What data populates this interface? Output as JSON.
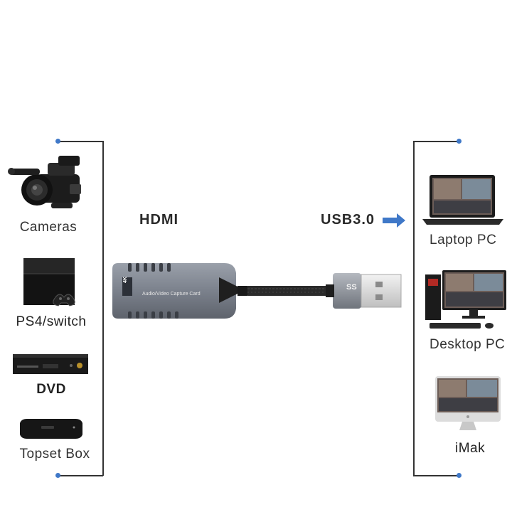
{
  "sources": {
    "items": [
      {
        "label": "Cameras",
        "icon": "camcorder-icon"
      },
      {
        "label": "PS4/switch",
        "icon": "game-console-icon"
      },
      {
        "label": "DVD",
        "icon": "dvd-player-icon"
      },
      {
        "label": "Topset Box",
        "icon": "set-top-box-icon"
      }
    ]
  },
  "device": {
    "input_port": "HDMI",
    "output_port": "USB3.0",
    "body_text": "Audio/Video Capture Card",
    "side_brand": "4K",
    "plug_logo": "SS",
    "arrow_color": "#3f78c8"
  },
  "targets": {
    "items": [
      {
        "label": "Laptop PC",
        "icon": "laptop-icon"
      },
      {
        "label": "Desktop PC",
        "icon": "desktop-pc-icon"
      },
      {
        "label": "iMak",
        "icon": "all-in-one-pc-icon"
      }
    ]
  }
}
